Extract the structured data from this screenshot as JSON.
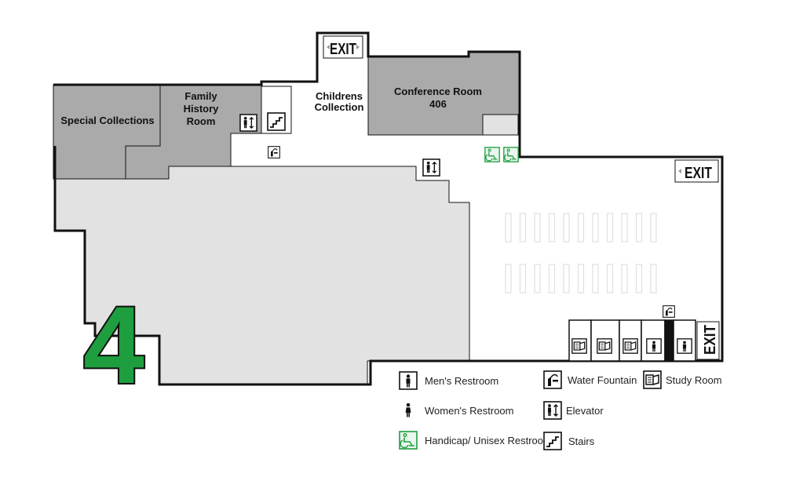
{
  "floor": {
    "number": "4"
  },
  "rooms": {
    "special_collections": "Special Collections",
    "family_history": [
      "Family",
      "History",
      "Room"
    ],
    "childrens_collection": [
      "Childrens",
      "Collection"
    ],
    "conference_room": [
      "Conference Room",
      "406"
    ]
  },
  "exits": {
    "label": "EXIT"
  },
  "legend": {
    "mens": "Men's Restroom",
    "womens": "Women's Restroom",
    "handicap": "Handicap/ Unisex Restroom",
    "water": "Water Fountain",
    "elevator": "Elevator",
    "stairs": "Stairs",
    "study": "Study Room"
  },
  "colors": {
    "dark_gray": "#aaaaaa",
    "light_gray": "#e2e2e2",
    "accent_green": "#1e9e3e",
    "wall": "#111111"
  },
  "icons": [
    "mens-restroom-icon",
    "womens-restroom-icon",
    "handicap-restroom-icon",
    "water-fountain-icon",
    "elevator-icon",
    "stairs-icon",
    "study-room-icon",
    "exit-sign-icon"
  ]
}
